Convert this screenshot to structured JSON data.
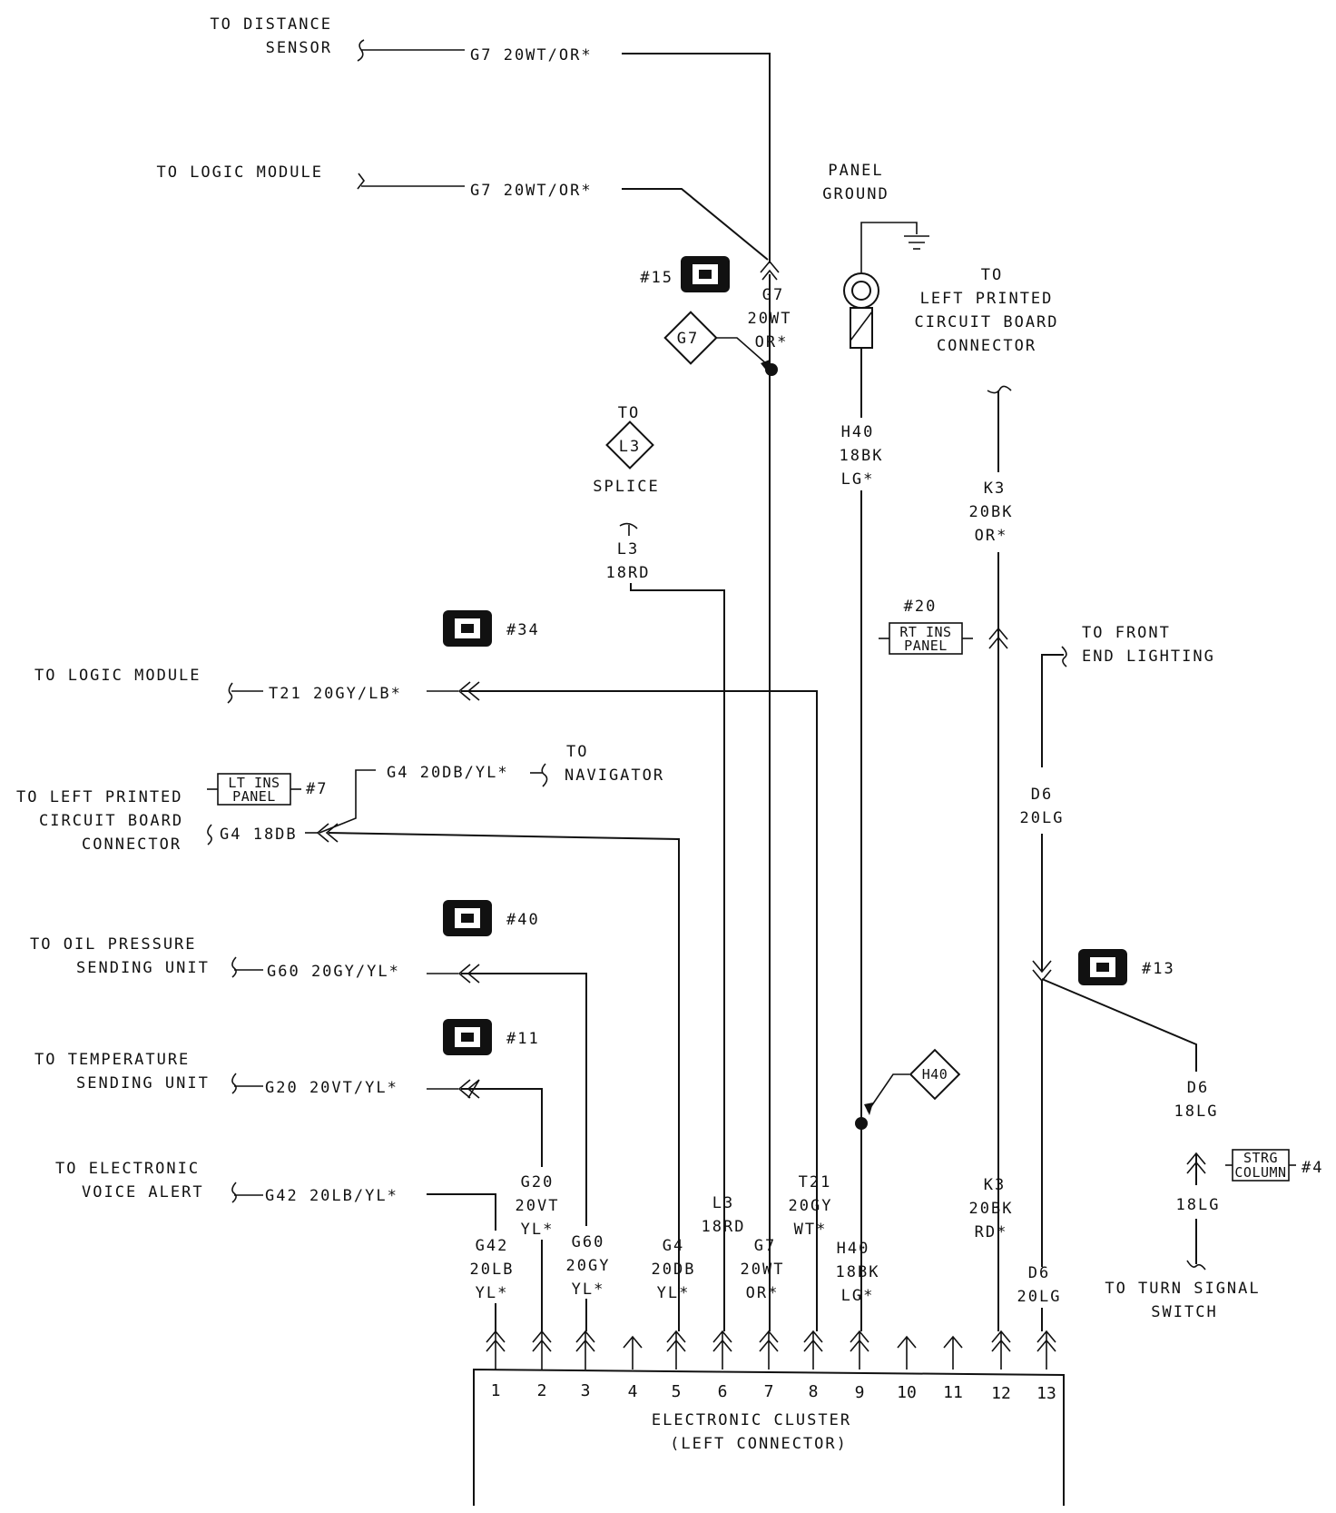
{
  "cluster": {
    "title": "ELECTRONIC CLUSTER",
    "subtitle": "(LEFT CONNECTOR)",
    "pins": [
      "1",
      "2",
      "3",
      "4",
      "5",
      "6",
      "7",
      "8",
      "9",
      "10",
      "11",
      "12",
      "13"
    ]
  },
  "top": {
    "distance_sensor_1": "TO DISTANCE",
    "distance_sensor_2": "SENSOR",
    "distance_wire": "G7 20WT/OR*",
    "logic_module_top": "TO LOGIC MODULE",
    "logic_module_top_wire": "G7 20WT/OR*",
    "panel_ground_1": "PANEL",
    "panel_ground_2": "GROUND",
    "left_pcb_1": "TO",
    "left_pcb_2": "LEFT PRINTED",
    "left_pcb_3": "CIRCUIT BOARD",
    "left_pcb_4": "CONNECTOR"
  },
  "connectors": {
    "c15": "#15",
    "c34": "#34",
    "c40": "#40",
    "c11": "#11",
    "c13": "#13",
    "c20": "#20",
    "c7": "#7",
    "c4": "#4"
  },
  "splices": {
    "g7": "G7",
    "l3": "L3",
    "h40": "H40",
    "l3_to": "TO",
    "l3_label": "SPLICE"
  },
  "panels": {
    "rt_ins_1": "RT INS",
    "rt_ins_2": "PANEL",
    "lt_ins_1": "LT INS",
    "lt_ins_2": "PANEL",
    "strg_1": "STRG",
    "strg_2": "COLUMN"
  },
  "wires": {
    "g7_top_1": "G7",
    "g7_top_2": "20WT",
    "g7_top_3": "OR*",
    "l3_top_1": "L3",
    "l3_top_2": "18RD",
    "h40_top_1": "H40",
    "h40_top_2": "18BK",
    "h40_top_3": "LG*",
    "k3_top_1": "K3",
    "k3_top_2": "20BK",
    "k3_top_3": "OR*",
    "d6_top_1": "D6",
    "d6_top_2": "20LG",
    "d6_side_1": "D6",
    "d6_side_2": "18LG",
    "d6_lower": "18LG",
    "t21_wire": "T21 20GY/LB*",
    "g4_nav_wire": "G4 20DB/YL*",
    "g4_left_wire": "G4 18DB",
    "g60_wire": "G60 20GY/YL*",
    "g20_wire": "G20 20VT/YL*",
    "g42_wire": "G42 20LB/YL*",
    "p1_1": "G42",
    "p1_2": "20LB",
    "p1_3": "YL*",
    "p2_1": "G20",
    "p2_2": "20VT",
    "p2_3": "YL*",
    "p3_1": "G60",
    "p3_2": "20GY",
    "p3_3": "YL*",
    "p5_1": "G4",
    "p5_2": "20DB",
    "p5_3": "YL*",
    "p6_1": "L3",
    "p6_2": "18RD",
    "p7_1": "G7",
    "p7_2": "20WT",
    "p7_3": "OR*",
    "p8_1": "T21",
    "p8_2": "20GY",
    "p8_3": "WT*",
    "p9_1": "H40",
    "p9_2": "18BK",
    "p9_3": "LG*",
    "p12_1": "K3",
    "p12_2": "20BK",
    "p12_3": "RD*",
    "p13_1": "D6",
    "p13_2": "20LG"
  },
  "left": {
    "logic_module": "TO LOGIC MODULE",
    "left_pcb_1": "TO LEFT PRINTED",
    "left_pcb_2": "CIRCUIT BOARD",
    "left_pcb_3": "CONNECTOR",
    "navigator_1": "TO",
    "navigator_2": "NAVIGATOR",
    "oil_1": "TO OIL PRESSURE",
    "oil_2": "SENDING UNIT",
    "temp_1": "TO TEMPERATURE",
    "temp_2": "SENDING UNIT",
    "voice_1": "TO ELECTRONIC",
    "voice_2": "VOICE ALERT"
  },
  "right": {
    "front_1": "TO FRONT",
    "front_2": "END LIGHTING",
    "turn_1": "TO TURN SIGNAL",
    "turn_2": "SWITCH"
  }
}
